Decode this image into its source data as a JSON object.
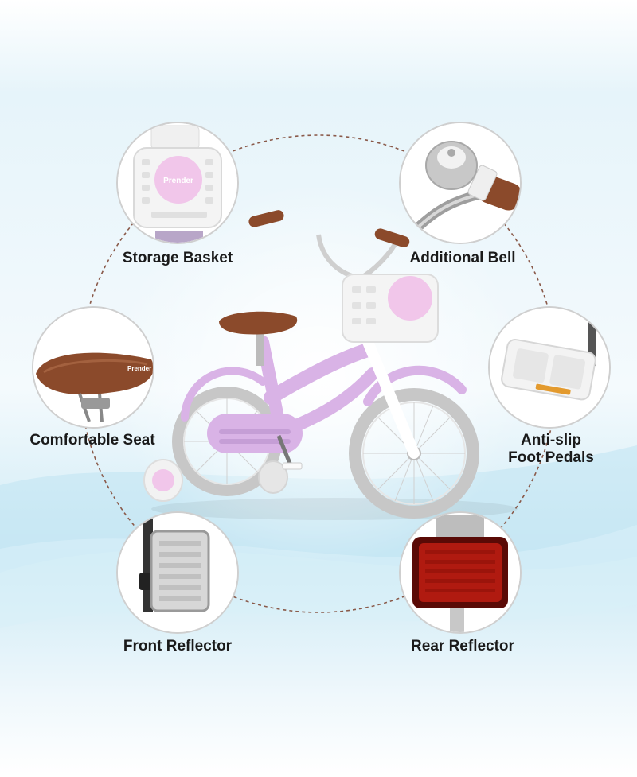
{
  "colors": {
    "bike_frame": "#d9b3e6",
    "saddle": "#8b4a2b",
    "tire": "#c9c9c9",
    "basket": "#f4f4f4",
    "brand_badge": "#f1c6ea",
    "reflector_red": "#b01a10",
    "sky_blue": "#cfeaf6"
  },
  "brand": {
    "logo": "Prender"
  },
  "features": [
    {
      "label": "Storage Basket",
      "icon": "basket-icon"
    },
    {
      "label": "Additional Bell",
      "icon": "bell-icon"
    },
    {
      "label": "Comfortable Seat",
      "icon": "seat-icon"
    },
    {
      "label_line1": "Anti-slip",
      "label_line2": "Foot Pedals",
      "icon": "pedal-icon"
    },
    {
      "label": "Front Reflector",
      "icon": "front-reflector-icon"
    },
    {
      "label": "Rear Reflector",
      "icon": "rear-reflector-icon"
    }
  ]
}
